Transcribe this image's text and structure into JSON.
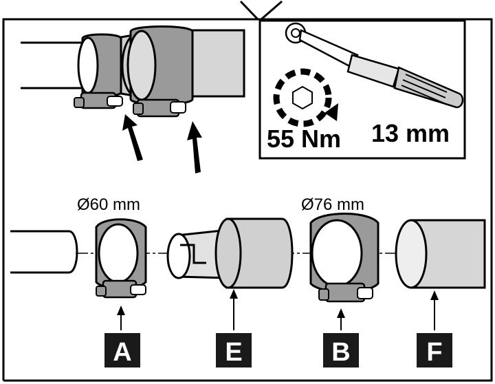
{
  "torque": {
    "value_label": "55 Nm",
    "wrench_size_label": "13 mm"
  },
  "dimensions": {
    "clamp_a_diameter": "Ø60 mm",
    "clamp_b_diameter": "Ø76 mm"
  },
  "part_labels": {
    "a": "A",
    "e": "E",
    "b": "B",
    "f": "F"
  },
  "colors": {
    "clamp_gray": "#9a9a9a",
    "pipe_light": "#d6d6d6",
    "sleeve_light": "#cfcfcf",
    "outline": "#000000",
    "label_box": "#1a1a1a"
  }
}
